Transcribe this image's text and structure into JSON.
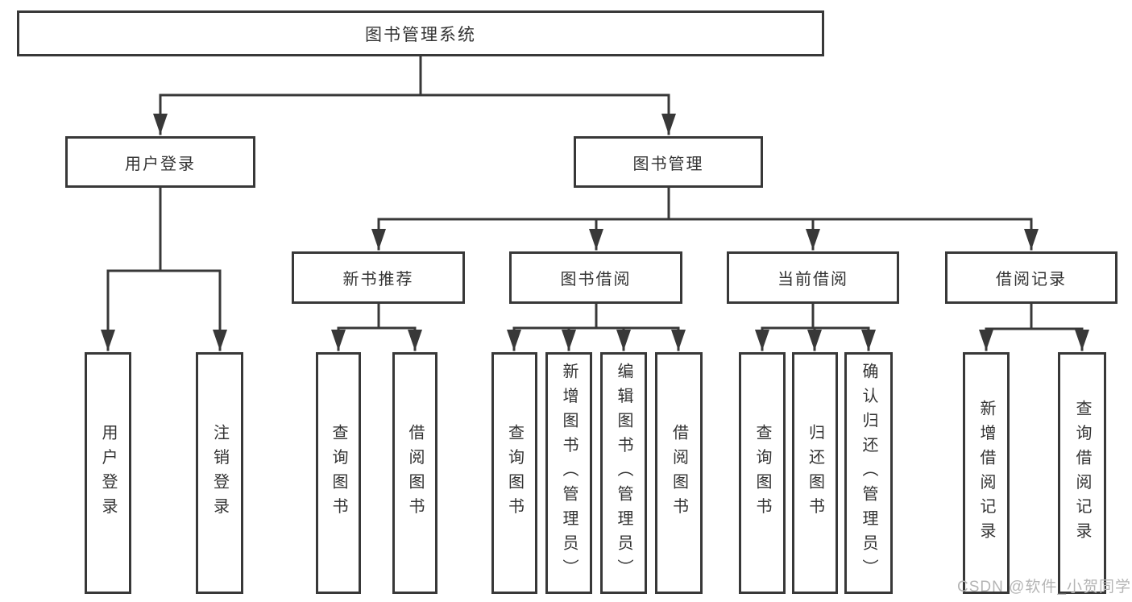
{
  "diagram": {
    "type": "tree",
    "root": {
      "label": "图书管理系统",
      "children": [
        {
          "label": "用户登录",
          "children": [
            {
              "label": "用户登录"
            },
            {
              "label": "注销登录"
            }
          ]
        },
        {
          "label": "图书管理",
          "children": [
            {
              "label": "新书推荐",
              "children": [
                {
                  "label": "查询图书"
                },
                {
                  "label": "借阅图书"
                }
              ]
            },
            {
              "label": "图书借阅",
              "children": [
                {
                  "label": "查询图书"
                },
                {
                  "label": "新增图书（管理员）"
                },
                {
                  "label": "编辑图书（管理员）"
                },
                {
                  "label": "借阅图书"
                }
              ]
            },
            {
              "label": "当前借阅",
              "children": [
                {
                  "label": "查询图书"
                },
                {
                  "label": "归还图书"
                },
                {
                  "label": "确认归还（管理员）"
                }
              ]
            },
            {
              "label": "借阅记录",
              "children": [
                {
                  "label": "新增借阅记录"
                },
                {
                  "label": "查询借阅记录"
                }
              ]
            }
          ]
        }
      ]
    }
  },
  "watermark": "CSDN @软件_小贺同学",
  "colors": {
    "line": "#383838",
    "box_border": "#383838",
    "text": "#333333",
    "watermark": "#b5b5b5",
    "background": "#ffffff"
  }
}
